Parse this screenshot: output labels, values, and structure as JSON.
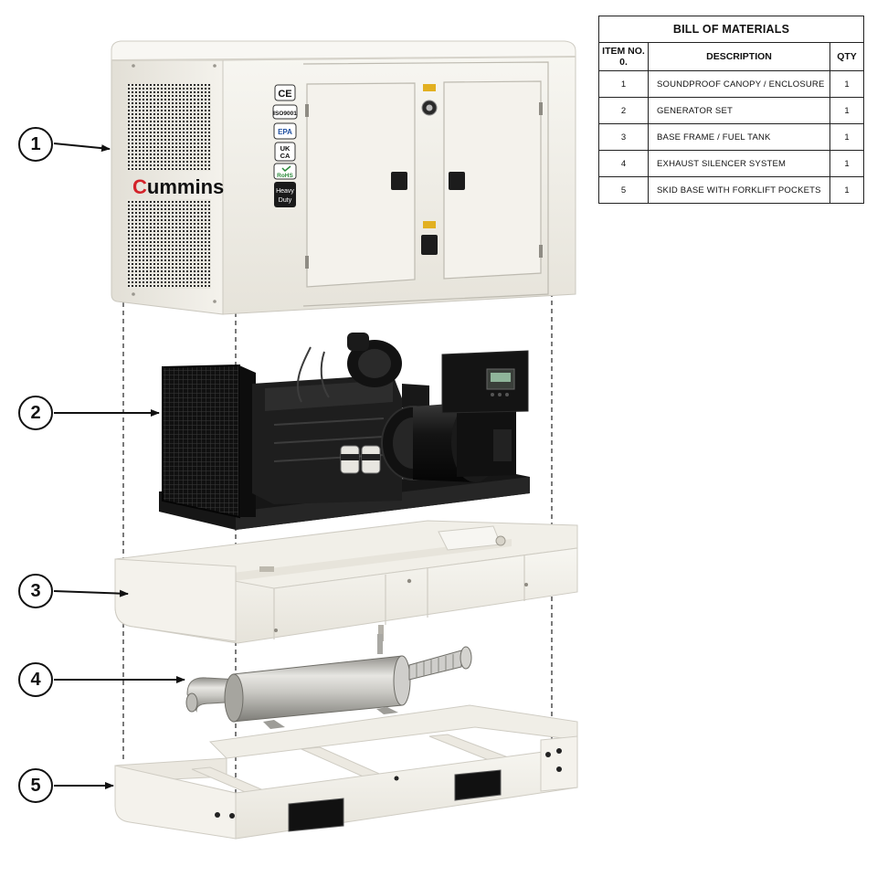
{
  "bom": {
    "title": "BILL OF MATERIALS",
    "headers": {
      "item": "ITEM NO.\n0.",
      "description": "DESCRIPTION",
      "qty": "QTY"
    },
    "rows": [
      {
        "item": "1",
        "description": "SOUNDPROOF CANOPY / ENCLOSURE",
        "qty": "1"
      },
      {
        "item": "2",
        "description": "GENERATOR SET",
        "qty": "1"
      },
      {
        "item": "3",
        "description": "BASE FRAME / FUEL TANK",
        "qty": "1"
      },
      {
        "item": "4",
        "description": "EXHAUST SILENCER SYSTEM",
        "qty": "1"
      },
      {
        "item": "5",
        "description": "SKID BASE WITH FORKLIFT POCKETS",
        "qty": "1"
      }
    ]
  },
  "callouts": [
    "1",
    "2",
    "3",
    "4",
    "5"
  ],
  "canopy": {
    "brand": "Cummins",
    "brand_first_letter": "C",
    "brand_rest": "ummins",
    "badges": [
      "CE",
      "ISO9001",
      "EPA",
      "UK CA",
      "RoHS",
      "Heavy Duty"
    ],
    "badge_uk_top": "UK",
    "badge_uk_bottom": "CA",
    "badge_heavy_top": "Heavy",
    "badge_heavy_bottom": "Duty"
  },
  "colors": {
    "enclosure": "#f1efe8",
    "enclosure_shade": "#dcd9cf",
    "brand_red": "#d3232a",
    "engine": "#1c1c1c",
    "steel": "#b9b8b3",
    "line": "#111111"
  },
  "icons": [
    "arrow-icon",
    "vent-grille-icon",
    "door-handle-icon",
    "control-panel-icon",
    "forklift-pocket-icon"
  ]
}
